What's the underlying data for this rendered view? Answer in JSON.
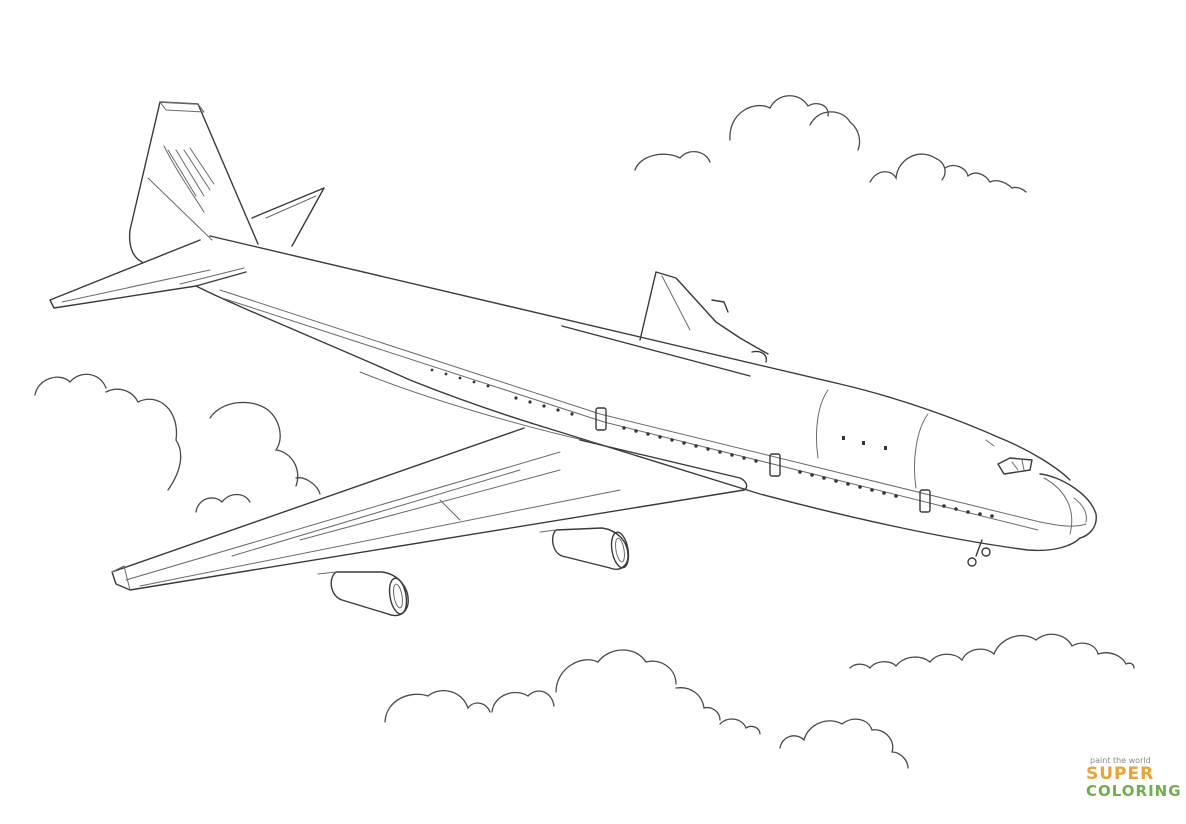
{
  "image": {
    "subject": "airplane",
    "background_color": "#ffffff",
    "line_color": "#3a3a3a"
  },
  "watermark": {
    "tagline": "paint the world",
    "word1": "SUPER",
    "word2": "COLORING",
    "colors": [
      "#e8a33a",
      "#6fae4c",
      "#4a90d9",
      "#d9534f"
    ]
  }
}
